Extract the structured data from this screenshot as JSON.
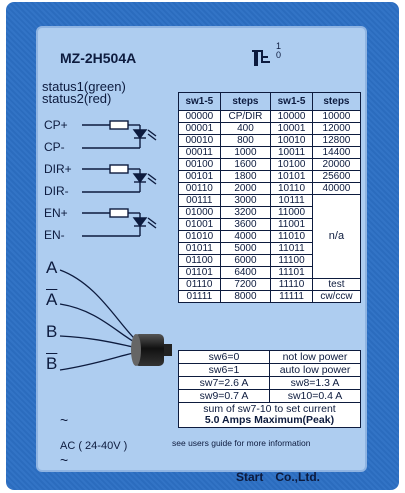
{
  "model": "MZ-2H504A",
  "switch_numbers": [
    "1",
    "0"
  ],
  "status": [
    "status1(green)",
    "status2(red)"
  ],
  "io_labels": [
    "CP+",
    "CP-",
    "DIR+",
    "DIR-",
    "EN+",
    "EN-"
  ],
  "motor_labels": [
    "A",
    "A",
    "B",
    "B"
  ],
  "tilde": "~",
  "ac_label": "AC ( 24-40V )",
  "table_headers": [
    "sw1-5",
    "steps",
    "sw1-5",
    "steps"
  ],
  "table_rows": [
    [
      "00000",
      "CP/DIR",
      "10000",
      "10000"
    ],
    [
      "00001",
      "400",
      "10001",
      "12000"
    ],
    [
      "00010",
      "800",
      "10010",
      "12800"
    ],
    [
      "00011",
      "1000",
      "10011",
      "14400"
    ],
    [
      "00100",
      "1600",
      "10100",
      "20000"
    ],
    [
      "00101",
      "1800",
      "10101",
      "25600"
    ],
    [
      "00110",
      "2000",
      "10110",
      "40000"
    ],
    [
      "00111",
      "3000",
      "10111",
      ""
    ],
    [
      "01000",
      "3200",
      "11000",
      ""
    ],
    [
      "01001",
      "3600",
      "11001",
      ""
    ],
    [
      "01010",
      "4000",
      "11010",
      ""
    ],
    [
      "01011",
      "5000",
      "11011",
      ""
    ],
    [
      "01100",
      "6000",
      "11100",
      ""
    ],
    [
      "01101",
      "6400",
      "11101",
      ""
    ],
    [
      "01110",
      "7200",
      "11110",
      "test"
    ],
    [
      "01111",
      "8000",
      "11111",
      "cw/ccw"
    ]
  ],
  "na_label": "n/a",
  "info": {
    "sw6_0": "sw6=0",
    "sw6_0_desc": "not low power",
    "sw6_1": "sw6=1",
    "sw6_1_desc": "auto low power",
    "sw7": "sw7=2.6 A",
    "sw8": "sw8=1.3 A",
    "sw9": "sw9=0.7 A",
    "sw10": "sw10=0.4 A",
    "sum_line1": "sum of sw7-10 to set current",
    "sum_line2": "5.0 Amps Maximum(Peak)"
  },
  "guide": "see users guide for more information",
  "company_name": "Start",
  "company_suffix": "Co.,Ltd.",
  "colors": {
    "frame": "#2c6fc4",
    "label": "#aecdf0",
    "ink": "#0d1b3e"
  }
}
